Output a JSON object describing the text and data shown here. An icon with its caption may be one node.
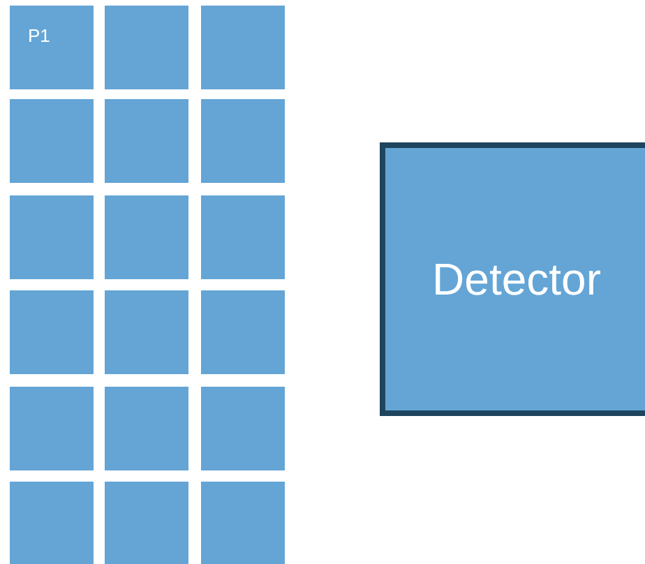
{
  "diagram": {
    "nodes": [
      {
        "text": [
          "P1"
        ]
      },
      {
        "text": [],
        "shape": "box"
      },
      {
        "text": [],
        "shape": "box"
      },
      {
        "text": [],
        "shape": "box"
      },
      {
        "text": [],
        "shape": "box"
      },
      {
        "text": [],
        "shape": "box"
      },
      {
        "text": [],
        "shape": "box"
      },
      {
        "text": [],
        "shape": "box"
      },
      {
        "text": [],
        "shape": "box"
      },
      {
        "text": [],
        "shape": "box"
      },
      {
        "text": [],
        "shape": "box"
      },
      {
        "text": [],
        "shape": "box"
      },
      {
        "text": [],
        "shape": "box"
      },
      {
        "text": [],
        "shape": "box"
      },
      {
        "text": [],
        "shape": "box"
      },
      {
        "text": [],
        "shape": "box"
      },
      {
        "text": [],
        "shape": "box"
      },
      {
        "text": [],
        "shape": "box"
      },
      {
        "text": [
          "Detector"
        ]
      }
    ]
  }
}
